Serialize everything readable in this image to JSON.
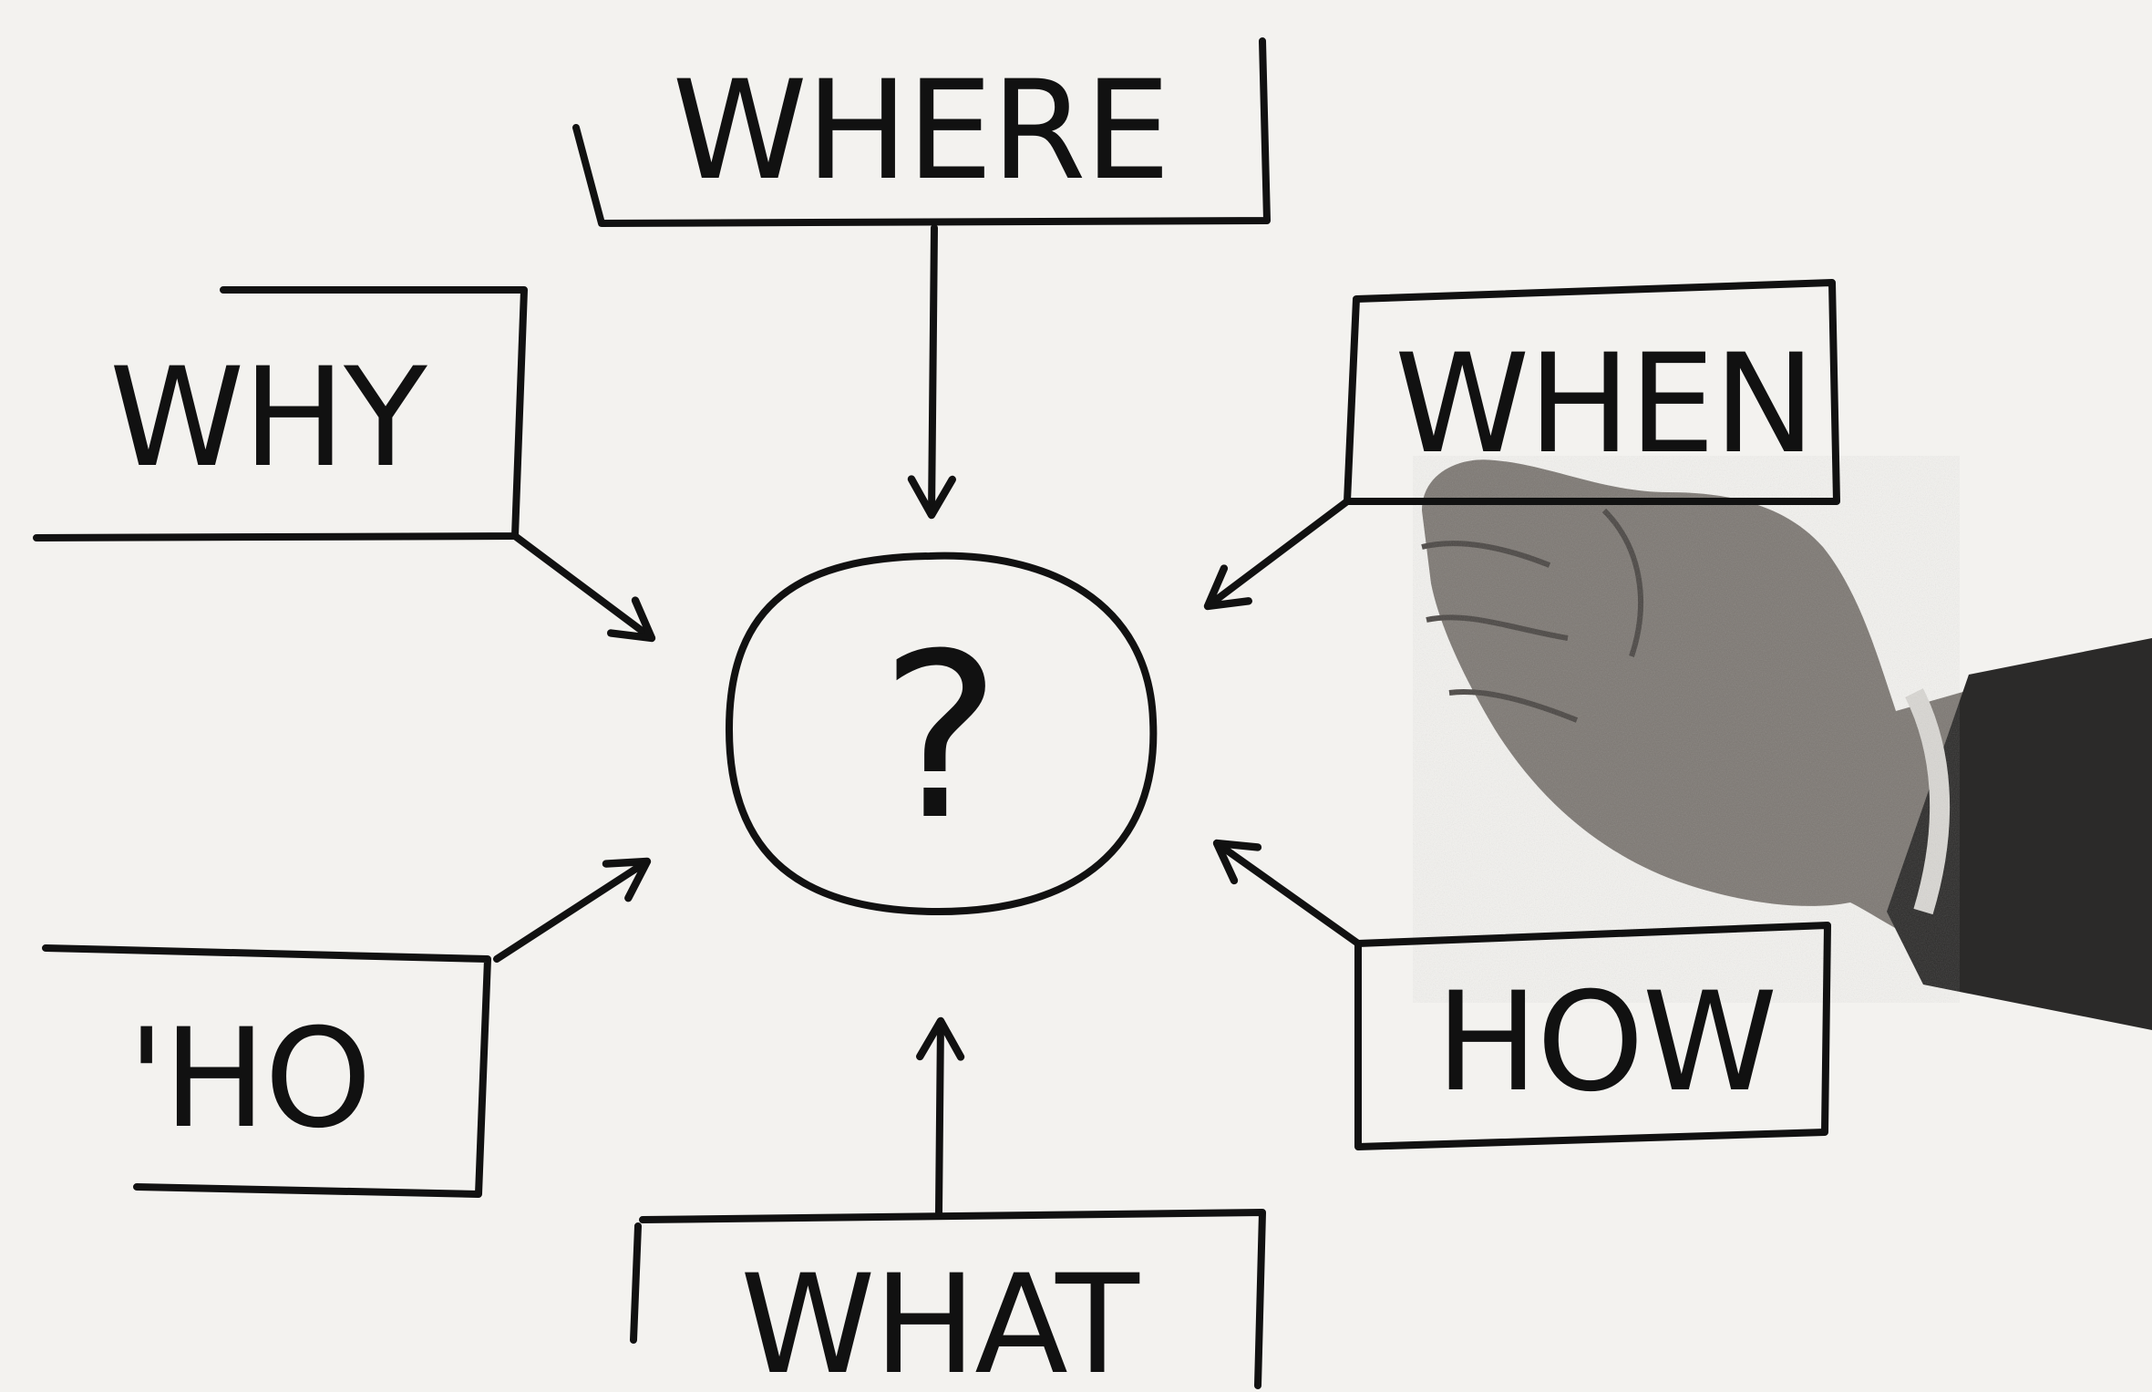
{
  "diagram": {
    "center_symbol": "?",
    "labels": {
      "where": "WHERE",
      "why": "WHY",
      "when": "WHEN",
      "who": "'HO",
      "how": "HOW",
      "what": "WHAT"
    }
  },
  "colors": {
    "ink": "#111111",
    "paper": "#f3f2ef",
    "skin_shadow": "#5a5550",
    "sleeve": "#2b2a29"
  },
  "icons": [
    "hand-holding-card-icon"
  ]
}
